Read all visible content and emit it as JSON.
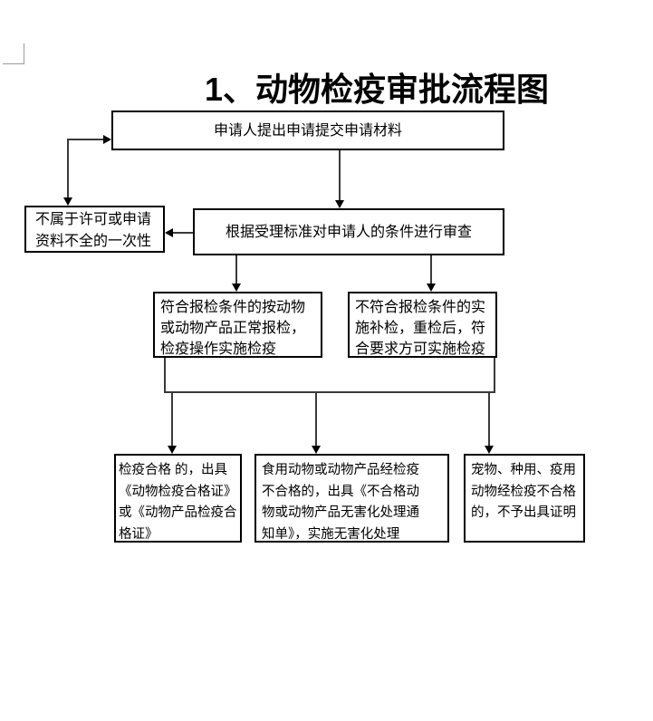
{
  "title": "1、动物检疫审批流程图",
  "flowchart": {
    "nodes": {
      "apply": "申请人提出申请提交申请材料",
      "review": "根据受理标准对申请人的条件进行审查",
      "one_time_notice": [
        "不属于许可或申请",
        "资料不全的一次性"
      ],
      "qualified_inspection": [
        "符合报检条件的按动物",
        "或动物产品正常报检，",
        "检疫操作实施检疫"
      ],
      "unqualified_reinspection": [
        "不符合报检条件的实",
        "施补检，重检后，符",
        "合要求方可实施检疫"
      ],
      "pass_certificate": [
        "检疫合格 的，出具",
        "《动物检疫合格证》",
        "或《动物产品检疫合",
        "格证》"
      ],
      "food_animal_disposal": [
        "食用动物或动物产品经检疫",
        "不合格的，出具《不合格动",
        "物或动物产品无害化处理通",
        "知单》，实施无害化处理"
      ],
      "pet_no_certificate": [
        "宠物、种用、疫用",
        "动物经检疫不合格",
        "的，不予出具证明"
      ]
    }
  }
}
